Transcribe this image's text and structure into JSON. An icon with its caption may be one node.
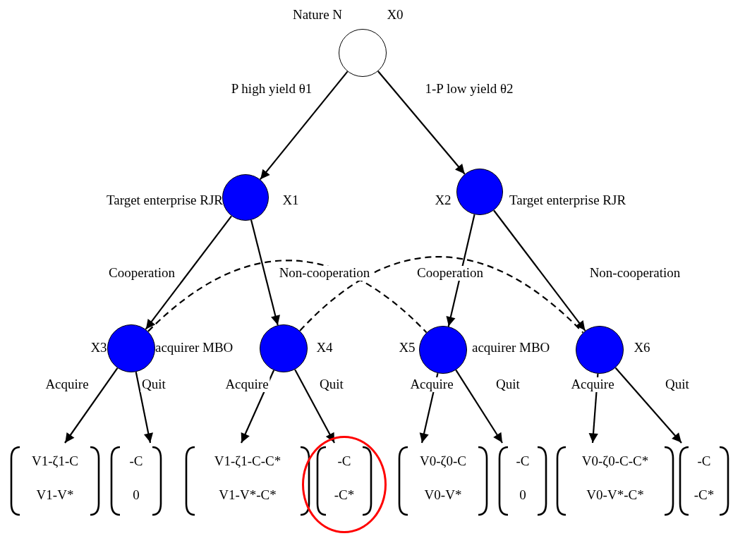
{
  "diagram": {
    "nodes": [
      {
        "text": [],
        "shape": "circle",
        "beside": [
          "Nature N",
          "X0"
        ]
      },
      {
        "text": [],
        "shape": "circle",
        "beside": [
          "Target enterprise RJR",
          "X1"
        ]
      },
      {
        "text": [],
        "shape": "circle",
        "beside": [
          "X2",
          "Target enterprise RJR"
        ]
      },
      {
        "text": [],
        "shape": "circle",
        "beside": [
          "X3",
          "acquirer MBO"
        ]
      },
      {
        "text": [],
        "shape": "circle",
        "beside": [
          "X4"
        ]
      },
      {
        "text": [],
        "shape": "circle",
        "beside": [
          "X5",
          "acquirer MBO"
        ]
      },
      {
        "text": [],
        "shape": "circle",
        "beside": [
          "X6"
        ]
      },
      {
        "text": [
          "V1-ζ1-C",
          "V1-V*"
        ]
      },
      {
        "text": [
          "-C",
          "0"
        ]
      },
      {
        "text": [
          "V1-ζ1-C-C*",
          "V1-V*-C*"
        ]
      },
      {
        "text": [],
        "shape": "ellipse"
      },
      {
        "text": [
          "-C",
          "-C*"
        ],
        "in": 10
      },
      {
        "text": [
          "V0-ζ0-C",
          "V0-V*"
        ]
      },
      {
        "text": [
          "-C",
          "0"
        ]
      },
      {
        "text": [
          "V0-ζ0-C-C*",
          "V0-V*-C*"
        ]
      },
      {
        "text": [
          "-C",
          "-C*"
        ]
      }
    ],
    "edges": [
      {
        "from": 0,
        "to": 1,
        "arrow": "to",
        "label": "P high yield θ1"
      },
      {
        "from": 0,
        "to": 2,
        "arrow": "to",
        "label": "1-P low yield θ2"
      },
      {
        "from": 1,
        "to": 3,
        "arrow": "to",
        "label": "Cooperation"
      },
      {
        "from": 1,
        "to": 4,
        "arrow": "to",
        "label": "Non-cooperation"
      },
      {
        "from": 2,
        "to": 5,
        "arrow": "to",
        "label": "Cooperation"
      },
      {
        "from": 2,
        "to": 6,
        "arrow": "to",
        "label": "Non-cooperation"
      },
      {
        "from": 3,
        "to": 7,
        "arrow": "to",
        "label": "Acquire"
      },
      {
        "from": 3,
        "to": 8,
        "arrow": "to",
        "label": "Quit"
      },
      {
        "from": 4,
        "to": 9,
        "arrow": "to",
        "label": "Acquire"
      },
      {
        "from": 4,
        "to": 11,
        "arrow": "to",
        "label": "Quit"
      },
      {
        "from": 5,
        "to": 12,
        "arrow": "to",
        "label": "Acquire"
      },
      {
        "from": 5,
        "to": 13,
        "arrow": "to",
        "label": "Quit"
      },
      {
        "from": 6,
        "to": 14,
        "arrow": "to",
        "label": "Acquire"
      },
      {
        "from": 6,
        "to": 15,
        "arrow": "to",
        "label": "Quit"
      },
      {
        "from": 3,
        "to": 5,
        "arrow": "none",
        "style": "dashed"
      },
      {
        "from": 4,
        "to": 6,
        "arrow": "none",
        "style": "dashed"
      }
    ]
  }
}
